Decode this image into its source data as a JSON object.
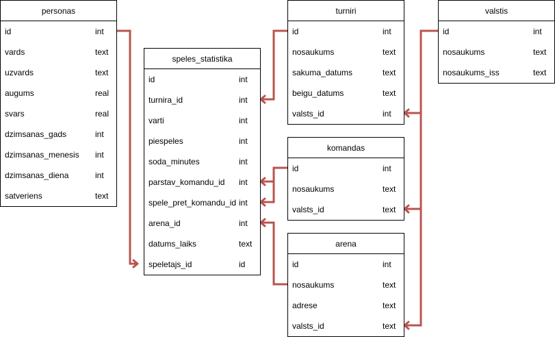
{
  "colors": {
    "connector": "#b85450",
    "border": "#000000",
    "background": "#ffffff"
  },
  "tables": {
    "personas": {
      "title": "personas",
      "rows": [
        {
          "name": "id",
          "type": "int"
        },
        {
          "name": "vards",
          "type": "text"
        },
        {
          "name": "uzvards",
          "type": "text"
        },
        {
          "name": "augums",
          "type": "real"
        },
        {
          "name": "svars",
          "type": "real"
        },
        {
          "name": "dzimsanas_gads",
          "type": "int"
        },
        {
          "name": "dzimsanas_menesis",
          "type": "int"
        },
        {
          "name": "dzimsanas_diena",
          "type": "int"
        },
        {
          "name": "satveriens",
          "type": "text"
        }
      ]
    },
    "speles_statistika": {
      "title": "speles_statistika",
      "rows": [
        {
          "name": "id",
          "type": "int"
        },
        {
          "name": "turnira_id",
          "type": "int"
        },
        {
          "name": "varti",
          "type": "int"
        },
        {
          "name": "piespeles",
          "type": "int"
        },
        {
          "name": "soda_minutes",
          "type": "int"
        },
        {
          "name": "parstav_komandu_id",
          "type": "int"
        },
        {
          "name": "spele_pret_komandu_id",
          "type": "int"
        },
        {
          "name": "arena_id",
          "type": "int"
        },
        {
          "name": "datums_laiks",
          "type": "text"
        },
        {
          "name": "speletajs_id",
          "type": "id"
        }
      ]
    },
    "turniri": {
      "title": "turniri",
      "rows": [
        {
          "name": "id",
          "type": "int"
        },
        {
          "name": "nosaukums",
          "type": "text"
        },
        {
          "name": "sakuma_datums",
          "type": "text"
        },
        {
          "name": "beigu_datums",
          "type": "text"
        },
        {
          "name": "valsts_id",
          "type": "int"
        }
      ]
    },
    "valstis": {
      "title": "valstis",
      "rows": [
        {
          "name": "id",
          "type": "int"
        },
        {
          "name": "nosaukums",
          "type": "text"
        },
        {
          "name": "nosaukums_iss",
          "type": "text"
        }
      ]
    },
    "komandas": {
      "title": "komandas",
      "rows": [
        {
          "name": "id",
          "type": "int"
        },
        {
          "name": "nosaukums",
          "type": "text"
        },
        {
          "name": "valsts_id",
          "type": "text"
        }
      ]
    },
    "arena": {
      "title": "arena",
      "rows": [
        {
          "name": "id",
          "type": "int"
        },
        {
          "name": "nosaukums",
          "type": "text"
        },
        {
          "name": "adrese",
          "type": "text"
        },
        {
          "name": "valsts_id",
          "type": "text"
        }
      ]
    }
  }
}
